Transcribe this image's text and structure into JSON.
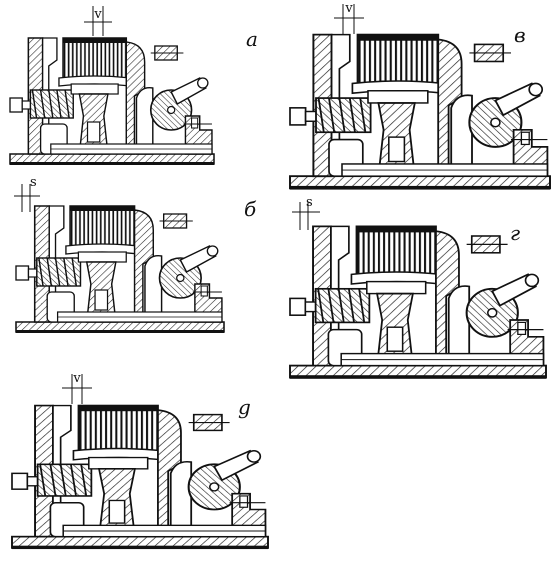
{
  "panels": [
    {
      "id": "a",
      "label": "а",
      "gap_symbol": "v"
    },
    {
      "id": "v",
      "label": "в",
      "gap_symbol": "v"
    },
    {
      "id": "b",
      "label": "б",
      "gap_symbol": "s"
    },
    {
      "id": "g",
      "label": "г",
      "gap_symbol": "s"
    },
    {
      "id": "d",
      "label": "g",
      "gap_symbol": "v"
    }
  ],
  "colors": {
    "ink": "#1a1a1a",
    "hatch": "#333333",
    "paper": "#ffffff"
  }
}
